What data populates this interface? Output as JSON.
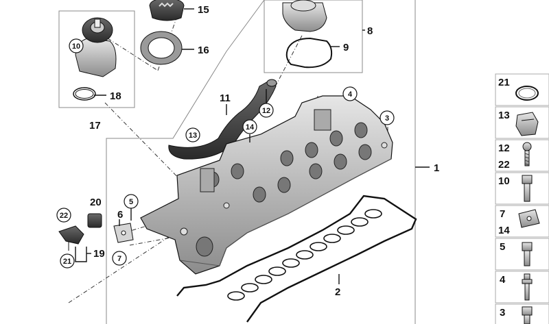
{
  "callouts": {
    "c1": "1",
    "c2": "2",
    "c3": "3",
    "c4": "4",
    "c5": "5",
    "c6": "6",
    "c7": "7",
    "c8": "8",
    "c9": "9",
    "c10": "10",
    "c11": "11",
    "c12": "12",
    "c13": "13",
    "c14": "14",
    "c15": "15",
    "c16": "16",
    "c17": "17",
    "c18": "18",
    "c19": "19",
    "c20": "20",
    "c21": "21",
    "c22": "22"
  },
  "legend": {
    "rows": [
      {
        "labels": [
          "21"
        ],
        "part": "o-ring"
      },
      {
        "labels": [
          "13"
        ],
        "part": "clip"
      },
      {
        "labels": [
          "12",
          "22"
        ],
        "part": "screw"
      },
      {
        "labels": [
          "10"
        ],
        "part": "bolt"
      },
      {
        "labels": [
          "7",
          "14"
        ],
        "part": "clip-nut"
      },
      {
        "labels": [
          "5"
        ],
        "part": "bolt"
      },
      {
        "labels": [
          "4"
        ],
        "part": "stud"
      },
      {
        "labels": [
          "3"
        ],
        "part": "bolt"
      }
    ]
  },
  "colors": {
    "line": "#111111",
    "part_fill": "#c9c9c9",
    "part_dark": "#555555",
    "frame": "#888888"
  }
}
